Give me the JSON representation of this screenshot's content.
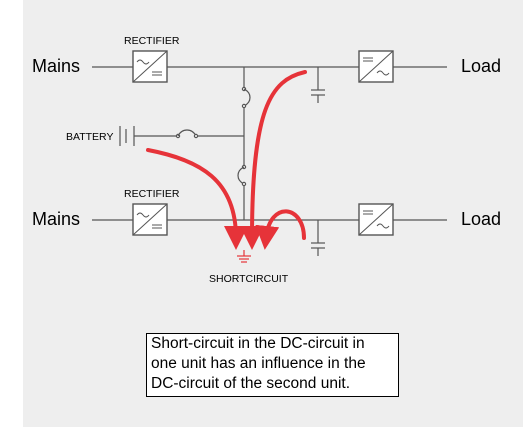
{
  "labels": {
    "mains_top": "Mains",
    "mains_bottom": "Mains",
    "load_top": "Load",
    "load_bottom": "Load",
    "rectifier_top": "RECTIFIER",
    "rectifier_bottom": "RECTIFIER",
    "battery": "BATTERY",
    "shortcircuit": "SHORTCIRCUIT"
  },
  "caption": {
    "line1": "Short-circuit in the DC-circuit in",
    "line2": "one unit has an influence in the",
    "line3": "DC-circuit of the second unit."
  },
  "colors": {
    "background_panel": "#eeeeee",
    "wire": "#555555",
    "arrow": "#e63339",
    "text": "#000000"
  },
  "icons": {
    "rectifier": "ac-dc-converter-icon",
    "inverter": "dc-ac-converter-icon",
    "capacitor": "capacitor-icon",
    "fuse": "fuse-icon",
    "battery": "battery-icon",
    "ground": "ground-icon"
  }
}
